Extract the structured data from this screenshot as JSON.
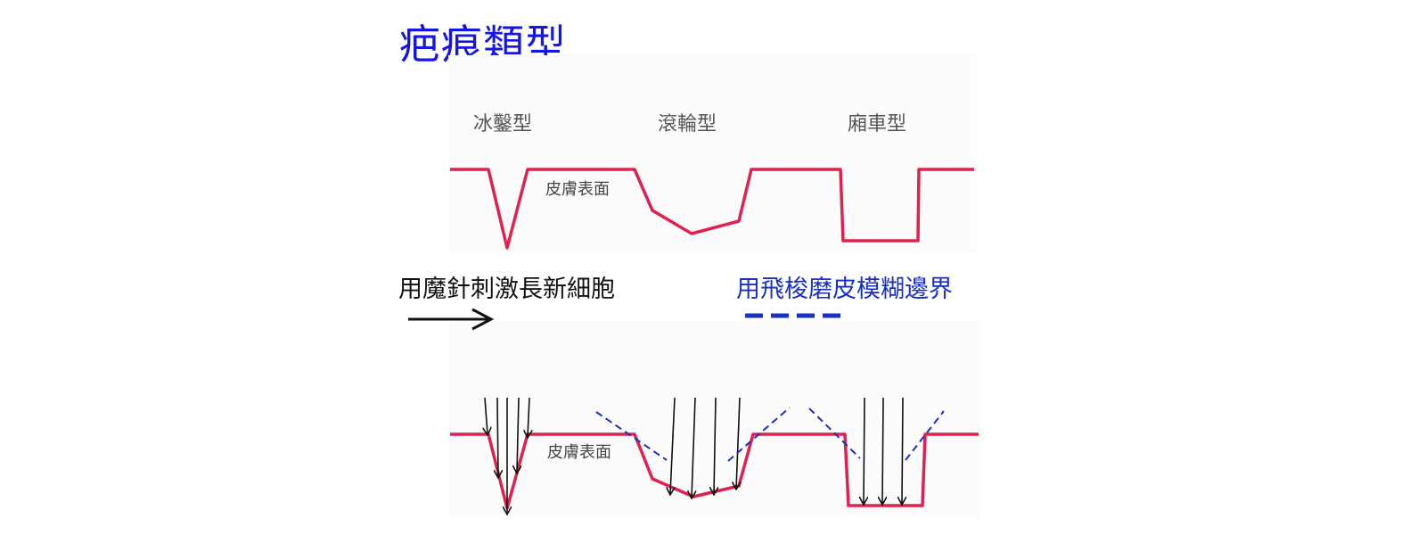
{
  "title": "疤痕類型",
  "scar_types": {
    "ice_pick": "冰鑿型",
    "rolling": "滾輪型",
    "boxcar": "廂車型"
  },
  "skin_surface_label": "皮膚表面",
  "legend": {
    "needle_text": "用魔針刺激長新細胞",
    "blur_text": "用飛梭磨皮模糊邊界"
  },
  "colors": {
    "title": "#1515e6",
    "scar_profile": "#e0214f",
    "needle": "#111111",
    "blur_line": "#1a2fc4"
  }
}
